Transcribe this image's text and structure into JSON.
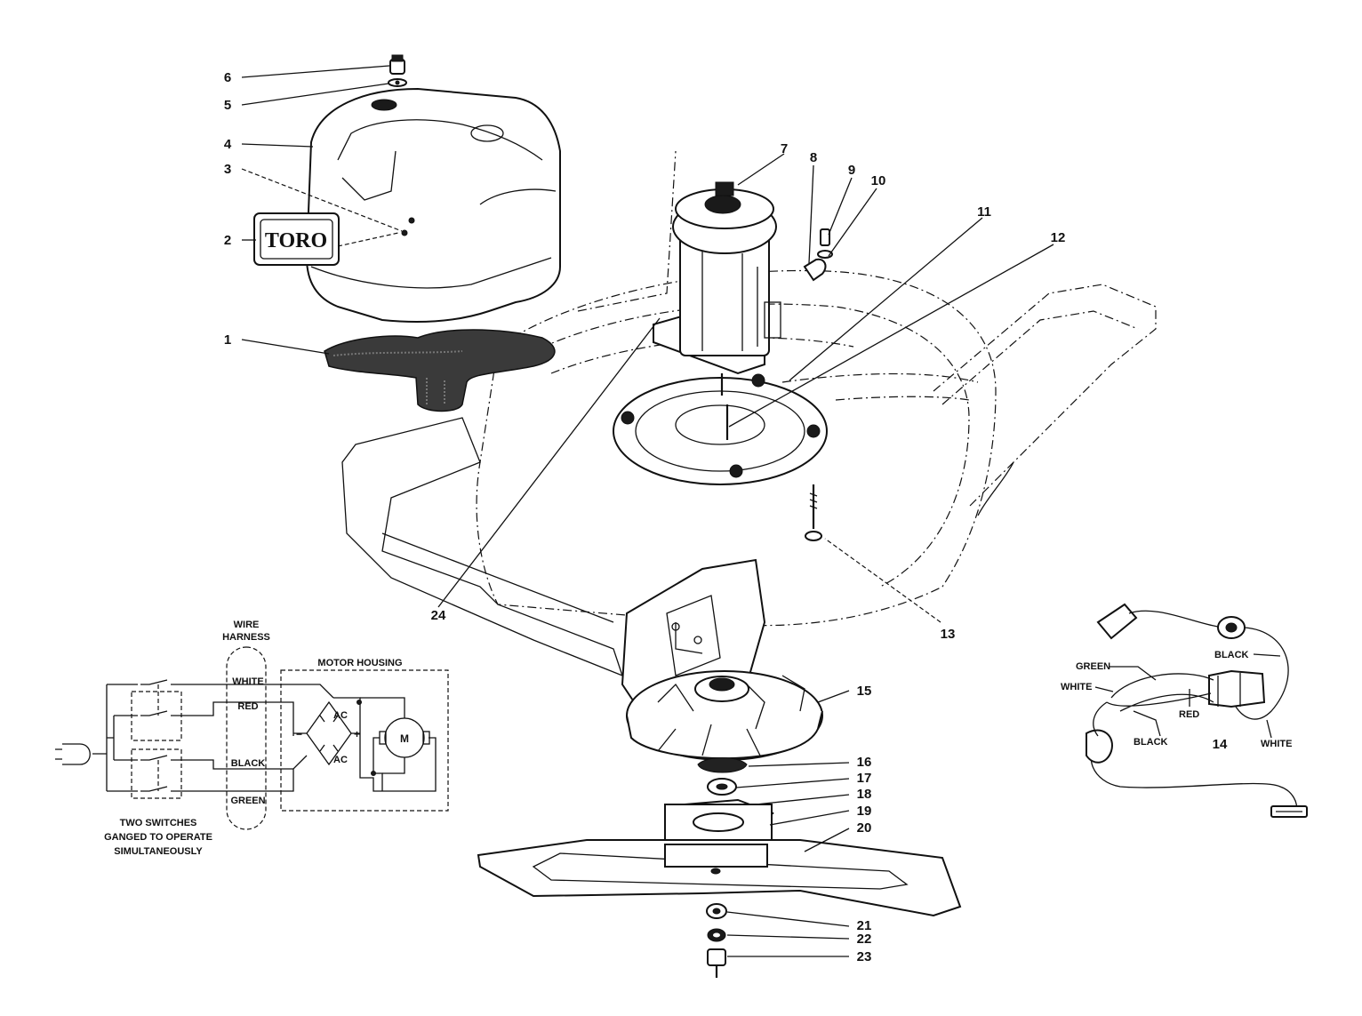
{
  "callouts": [
    "1",
    "2",
    "3",
    "4",
    "5",
    "6",
    "7",
    "8",
    "9",
    "10",
    "11",
    "12",
    "13",
    "14",
    "15",
    "16",
    "17",
    "18",
    "19",
    "20",
    "21",
    "22",
    "23",
    "24"
  ],
  "logo_text": "TORO",
  "schematic": {
    "wire_harness_line1": "WIRE",
    "wire_harness_line2": "HARNESS",
    "motor_housing": "MOTOR HOUSING",
    "wire_white": "WHITE",
    "wire_red": "RED",
    "wire_black": "BLACK",
    "wire_green": "GREEN",
    "ac_top": "AC",
    "ac_bottom": "AC",
    "minus": "−",
    "plus": "+",
    "motor": "M",
    "note_line1": "TWO SWITCHES",
    "note_line2": "GANGED TO OPERATE",
    "note_line3": "SIMULTANEOUSLY"
  },
  "harness_detail": {
    "green": "GREEN",
    "white_left": "WHITE",
    "black_top": "BLACK",
    "red": "RED",
    "black_bottom": "BLACK",
    "white_right": "WHITE"
  }
}
